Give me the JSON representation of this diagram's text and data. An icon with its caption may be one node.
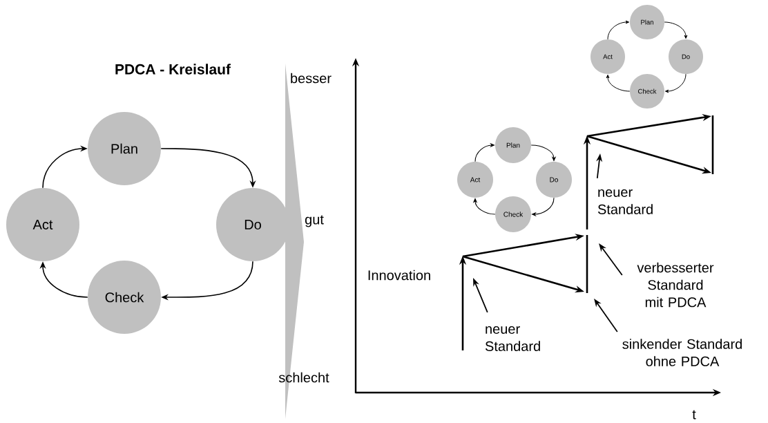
{
  "diagram": {
    "title": "PDCA - Kreislauf",
    "nodes": [
      {
        "text": [
          "Plan"
        ]
      },
      {
        "text": [
          "Do"
        ]
      },
      {
        "text": [
          "Check"
        ]
      },
      {
        "text": [
          "Act"
        ]
      },
      {
        "text": [
          "Plan"
        ]
      },
      {
        "text": [
          "Do"
        ]
      },
      {
        "text": [
          "Check"
        ]
      },
      {
        "text": [
          "Act"
        ]
      },
      {
        "text": [
          "Plan"
        ]
      },
      {
        "text": [
          "Do"
        ]
      },
      {
        "text": [
          "Check"
        ]
      },
      {
        "text": [
          "Act"
        ]
      },
      {
        "text": [
          "neuer Standard"
        ]
      },
      {
        "text": [
          "verbesserter Standard mit PDCA"
        ]
      },
      {
        "text": [
          "sinkender Standard ohne PDCA"
        ]
      },
      {
        "text": [
          "neuer Standard"
        ]
      }
    ],
    "edges": [
      {
        "from": 0,
        "to": 1,
        "arrow": "to"
      },
      {
        "from": 1,
        "to": 2,
        "arrow": "to"
      },
      {
        "from": 2,
        "to": 3,
        "arrow": "to"
      },
      {
        "from": 3,
        "to": 0,
        "arrow": "to"
      },
      {
        "from": 4,
        "to": 5,
        "arrow": "to"
      },
      {
        "from": 5,
        "to": 6,
        "arrow": "to"
      },
      {
        "from": 6,
        "to": 7,
        "arrow": "to"
      },
      {
        "from": 7,
        "to": 4,
        "arrow": "to"
      },
      {
        "from": 8,
        "to": 9,
        "arrow": "to"
      },
      {
        "from": 9,
        "to": 10,
        "arrow": "to"
      },
      {
        "from": 10,
        "to": 11,
        "arrow": "to"
      },
      {
        "from": 11,
        "to": 8,
        "arrow": "to"
      },
      {
        "from": 12,
        "to": null,
        "arrow": "to"
      },
      {
        "from": 13,
        "to": null,
        "arrow": "to"
      },
      {
        "from": 14,
        "to": null,
        "arrow": "to"
      },
      {
        "from": 15,
        "to": null,
        "arrow": "to"
      }
    ],
    "labels": [
      "besser",
      "gut",
      "Innovation",
      "schlecht",
      "t"
    ]
  }
}
